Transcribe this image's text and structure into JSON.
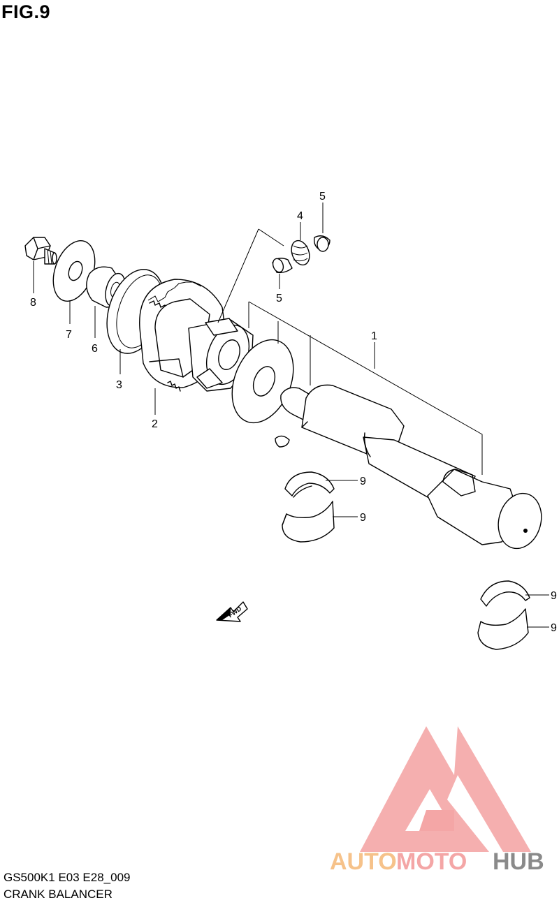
{
  "figure": {
    "title": "FIG.9"
  },
  "footer": {
    "model_code": "GS500K1 E03 E28_009",
    "section_name": "CRANK BALANCER"
  },
  "callouts": [
    {
      "id": "c1",
      "label": "1"
    },
    {
      "id": "c2",
      "label": "2"
    },
    {
      "id": "c3",
      "label": "3"
    },
    {
      "id": "c4",
      "label": "4"
    },
    {
      "id": "c5a",
      "label": "5"
    },
    {
      "id": "c5b",
      "label": "5"
    },
    {
      "id": "c6",
      "label": "6"
    },
    {
      "id": "c7",
      "label": "7"
    },
    {
      "id": "c8",
      "label": "8"
    },
    {
      "id": "c9a",
      "label": "9"
    },
    {
      "id": "c9b",
      "label": "9"
    },
    {
      "id": "c9c",
      "label": "9"
    },
    {
      "id": "c9d",
      "label": "9"
    }
  ],
  "direction_marker": {
    "label": "FWD"
  },
  "watermark": {
    "part1": "AUTO",
    "part2": "MOTO",
    "part3": "HUB",
    "colors": {
      "primary": "#f4a6a6",
      "secondary": "#f6c28a",
      "hub": "#8a8a8a"
    }
  }
}
